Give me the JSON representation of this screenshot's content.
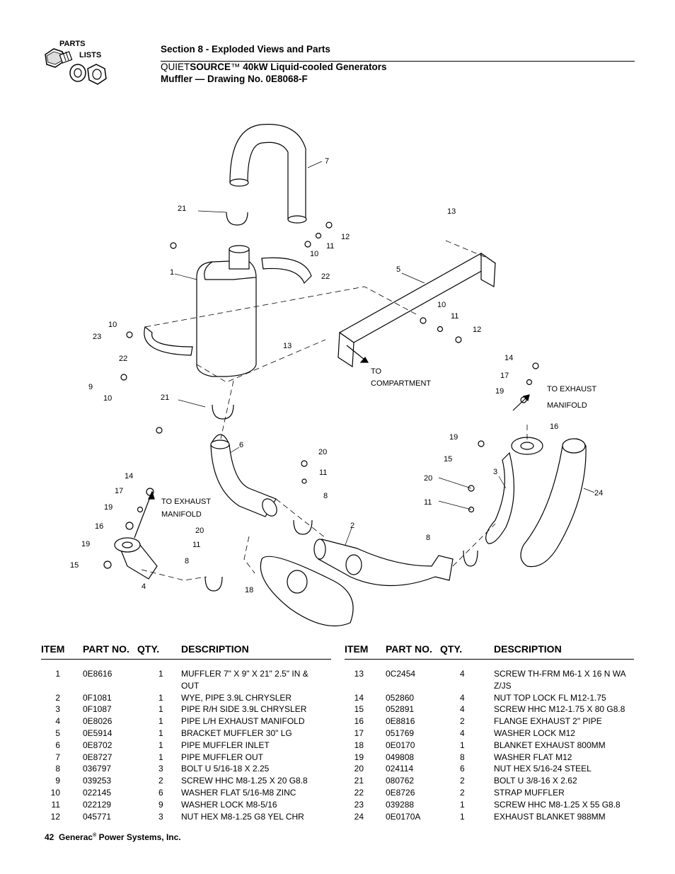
{
  "logo": {
    "line1": "PARTS",
    "line2": "LISTS",
    "icon": "bolt-washer-nut-icon"
  },
  "header": {
    "section": "Section 8 - Exploded Views and Parts",
    "product_prefix": "QUIET",
    "product_bold": "SOURCE",
    "product_tm": "™",
    "product_rest": " 40kW Liquid-cooled Generators",
    "drawing": "Muffler — Drawing No. 0E8068-F"
  },
  "diagram": {
    "labels": {
      "to_compartment_1": "TO",
      "to_compartment_2": "COMPARTMENT",
      "to_exhaust_r_1": "TO EXHAUST",
      "to_exhaust_r_2": "MANIFOLD",
      "to_exhaust_l_1": "TO EXHAUST",
      "to_exhaust_l_2": "MANIFOLD"
    },
    "callouts": [
      "1",
      "2",
      "3",
      "4",
      "5",
      "6",
      "7",
      "8",
      "8",
      "8",
      "9",
      "10",
      "10",
      "10",
      "10",
      "11",
      "11",
      "11",
      "11",
      "11",
      "12",
      "12",
      "13",
      "13",
      "14",
      "14",
      "15",
      "15",
      "16",
      "16",
      "17",
      "17",
      "18",
      "19",
      "19",
      "19",
      "19",
      "20",
      "20",
      "20",
      "21",
      "21",
      "22",
      "22",
      "23",
      "24"
    ]
  },
  "table": {
    "headers": {
      "item": "ITEM",
      "part": "PART NO.",
      "qty": "QTY.",
      "desc": "DESCRIPTION"
    },
    "left": [
      {
        "item": "1",
        "part": "0E8616",
        "qty": "1",
        "desc": "MUFFLER 7\" X 9\" X 21\" 2.5\" IN &",
        "desc2": "OUT"
      },
      {
        "item": "2",
        "part": "0F1081",
        "qty": "1",
        "desc": "WYE, PIPE 3.9L CHRYSLER"
      },
      {
        "item": "3",
        "part": "0F1087",
        "qty": "1",
        "desc": "PIPE R/H SIDE 3.9L CHRYSLER"
      },
      {
        "item": "4",
        "part": "0E8026",
        "qty": "1",
        "desc": "PIPE L/H EXHAUST MANIFOLD"
      },
      {
        "item": "5",
        "part": "0E5914",
        "qty": "1",
        "desc": "BRACKET MUFFLER 30\" LG"
      },
      {
        "item": "6",
        "part": "0E8702",
        "qty": "1",
        "desc": "PIPE MUFFLER INLET"
      },
      {
        "item": "7",
        "part": "0E8727",
        "qty": "1",
        "desc": "PIPE MUFFLER OUT"
      },
      {
        "item": "8",
        "part": "036797",
        "qty": "3",
        "desc": "BOLT U 5/16-18 X 2.25"
      },
      {
        "item": "9",
        "part": "039253",
        "qty": "2",
        "desc": "SCREW HHC M8-1.25 X 20 G8.8"
      },
      {
        "item": "10",
        "part": "022145",
        "qty": "6",
        "desc": "WASHER FLAT 5/16-M8 ZINC"
      },
      {
        "item": "11",
        "part": "022129",
        "qty": "9",
        "desc": "WASHER LOCK M8-5/16"
      },
      {
        "item": "12",
        "part": "045771",
        "qty": "3",
        "desc": "NUT HEX M8-1.25 G8 YEL CHR"
      }
    ],
    "right": [
      {
        "item": "13",
        "part": "0C2454",
        "qty": "4",
        "desc": "SCREW TH-FRM M6-1 X 16 N WA",
        "desc2": "Z/JS"
      },
      {
        "item": "14",
        "part": "052860",
        "qty": "4",
        "desc": "NUT TOP LOCK FL M12-1.75"
      },
      {
        "item": "15",
        "part": "052891",
        "qty": "4",
        "desc": "SCREW HHC M12-1.75 X 80 G8.8"
      },
      {
        "item": "16",
        "part": "0E8816",
        "qty": "2",
        "desc": "FLANGE EXHAUST 2\" PIPE"
      },
      {
        "item": "17",
        "part": "051769",
        "qty": "4",
        "desc": "WASHER LOCK M12"
      },
      {
        "item": "18",
        "part": "0E0170",
        "qty": "1",
        "desc": "BLANKET EXHAUST 800MM"
      },
      {
        "item": "19",
        "part": "049808",
        "qty": "8",
        "desc": "WASHER FLAT M12"
      },
      {
        "item": "20",
        "part": "024114",
        "qty": "6",
        "desc": "NUT HEX 5/16-24 STEEL"
      },
      {
        "item": "21",
        "part": "080762",
        "qty": "2",
        "desc": "BOLT U 3/8-16 X 2.62"
      },
      {
        "item": "22",
        "part": "0E8726",
        "qty": "2",
        "desc": "STRAP MUFFLER"
      },
      {
        "item": "23",
        "part": "039288",
        "qty": "1",
        "desc": "SCREW HHC M8-1.25 X 55 G8.8"
      },
      {
        "item": "24",
        "part": "0E0170A",
        "qty": "1",
        "desc": "EXHAUST BLANKET 988MM"
      }
    ]
  },
  "footer": {
    "page": "42",
    "company": "Generac",
    "reg": "®",
    "rest": " Power Systems, Inc."
  }
}
